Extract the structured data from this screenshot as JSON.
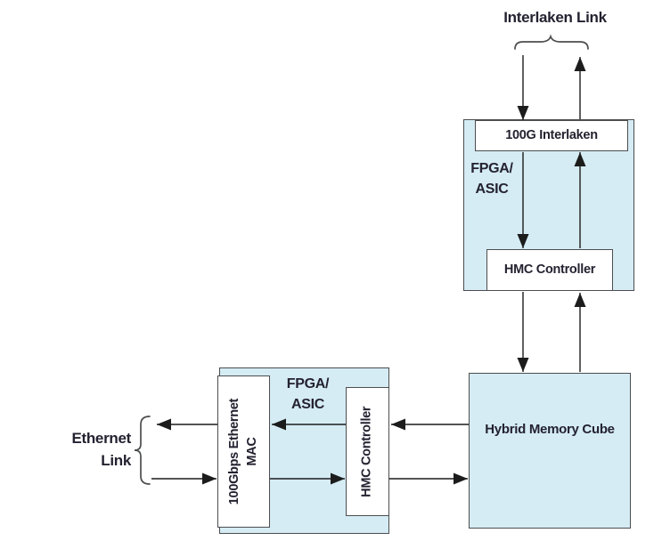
{
  "colors": {
    "block_fill": "#d5ecf4",
    "border": "#4c4d4f",
    "line": "#1c1c1c",
    "text": "#242230",
    "box_fill": "#ffffff",
    "background": "#ffffff"
  },
  "labels": {
    "interlaken_link": "Interlaken Link",
    "ethernet_link": [
      "Ethernet",
      "Link"
    ]
  },
  "top_block": {
    "fpga_asic": [
      "FPGA/",
      "ASIC"
    ],
    "interlaken_box": "100G Interlaken",
    "hmc_controller_box": "HMC Controller"
  },
  "memory_cube_label": "Hybrid Memory Cube",
  "bottom_block": {
    "fpga_asic": [
      "FPGA/",
      "ASIC"
    ],
    "ethernet_mac_box": [
      "100Gbps Ethernet",
      "MAC"
    ],
    "hmc_controller_box": "HMC Controller"
  }
}
